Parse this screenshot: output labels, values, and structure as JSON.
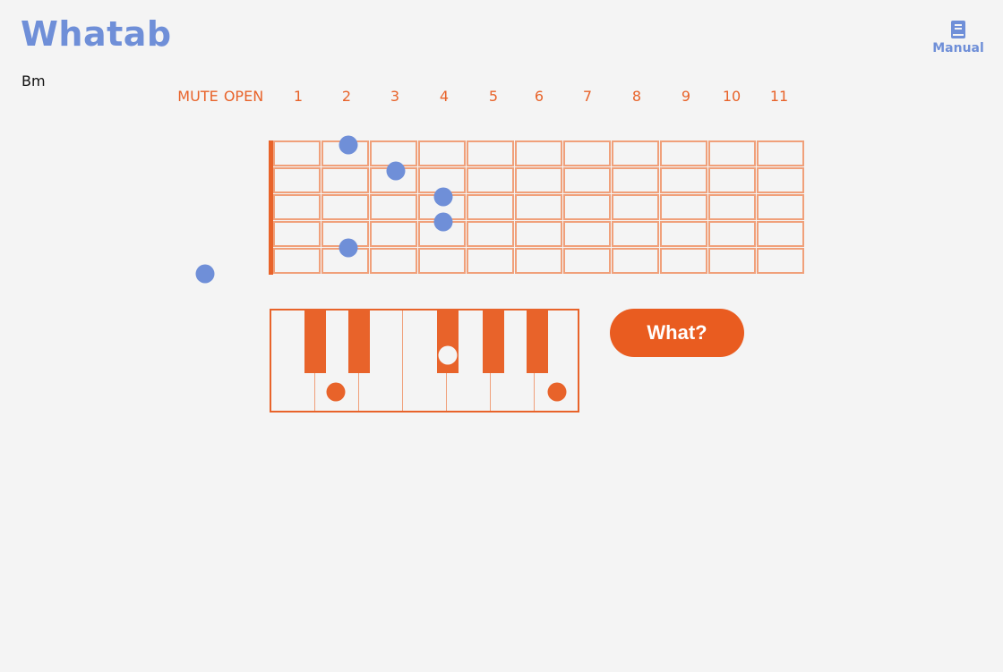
{
  "app": {
    "title": "Whatab"
  },
  "chord": {
    "name": "Bm"
  },
  "header": {
    "manual_label": "Manual",
    "manual_icon": "book-icon"
  },
  "fret_labels": [
    "MUTE",
    "OPEN",
    "1",
    "2",
    "3",
    "4",
    "5",
    "6",
    "7",
    "8",
    "9",
    "10",
    "11"
  ],
  "fretboard": {
    "strings": 6,
    "frets": 11,
    "notes": [
      {
        "string": 1,
        "fret": 2
      },
      {
        "string": 2,
        "fret": 3
      },
      {
        "string": 3,
        "fret": 4
      },
      {
        "string": 4,
        "fret": 4
      },
      {
        "string": 5,
        "fret": 2
      },
      {
        "string": 6,
        "fret": "MUTE"
      }
    ]
  },
  "piano": {
    "highlighted": [
      "D",
      "F#",
      "B"
    ]
  },
  "actions": {
    "what_label": "What?"
  },
  "colors": {
    "accent": "#e8632a",
    "brand": "#6f8fd8",
    "background": "#f4f4f4"
  }
}
